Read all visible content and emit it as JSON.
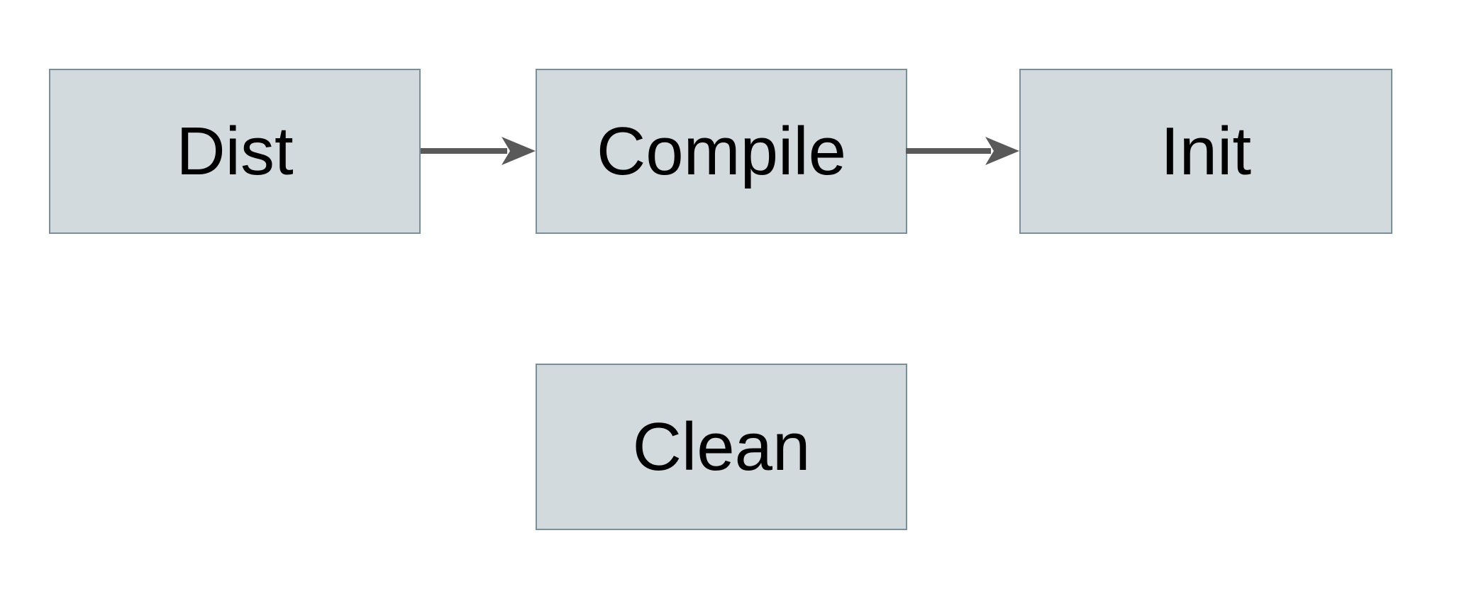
{
  "diagram": {
    "title": "build-targets-flowchart",
    "colors": {
      "background": "#ffffff",
      "node_fill": "#d3dade",
      "node_border": "#7a8f9c",
      "arrow": "#595959",
      "text": "#000000"
    },
    "nodes": {
      "dist": {
        "label": "Dist"
      },
      "compile": {
        "label": "Compile"
      },
      "init": {
        "label": "Init"
      },
      "clean": {
        "label": "Clean"
      }
    },
    "edges": [
      {
        "from": "Dist",
        "to": "Compile",
        "style": "solid-arrow"
      },
      {
        "from": "Compile",
        "to": "Init",
        "style": "solid-arrow"
      }
    ]
  }
}
